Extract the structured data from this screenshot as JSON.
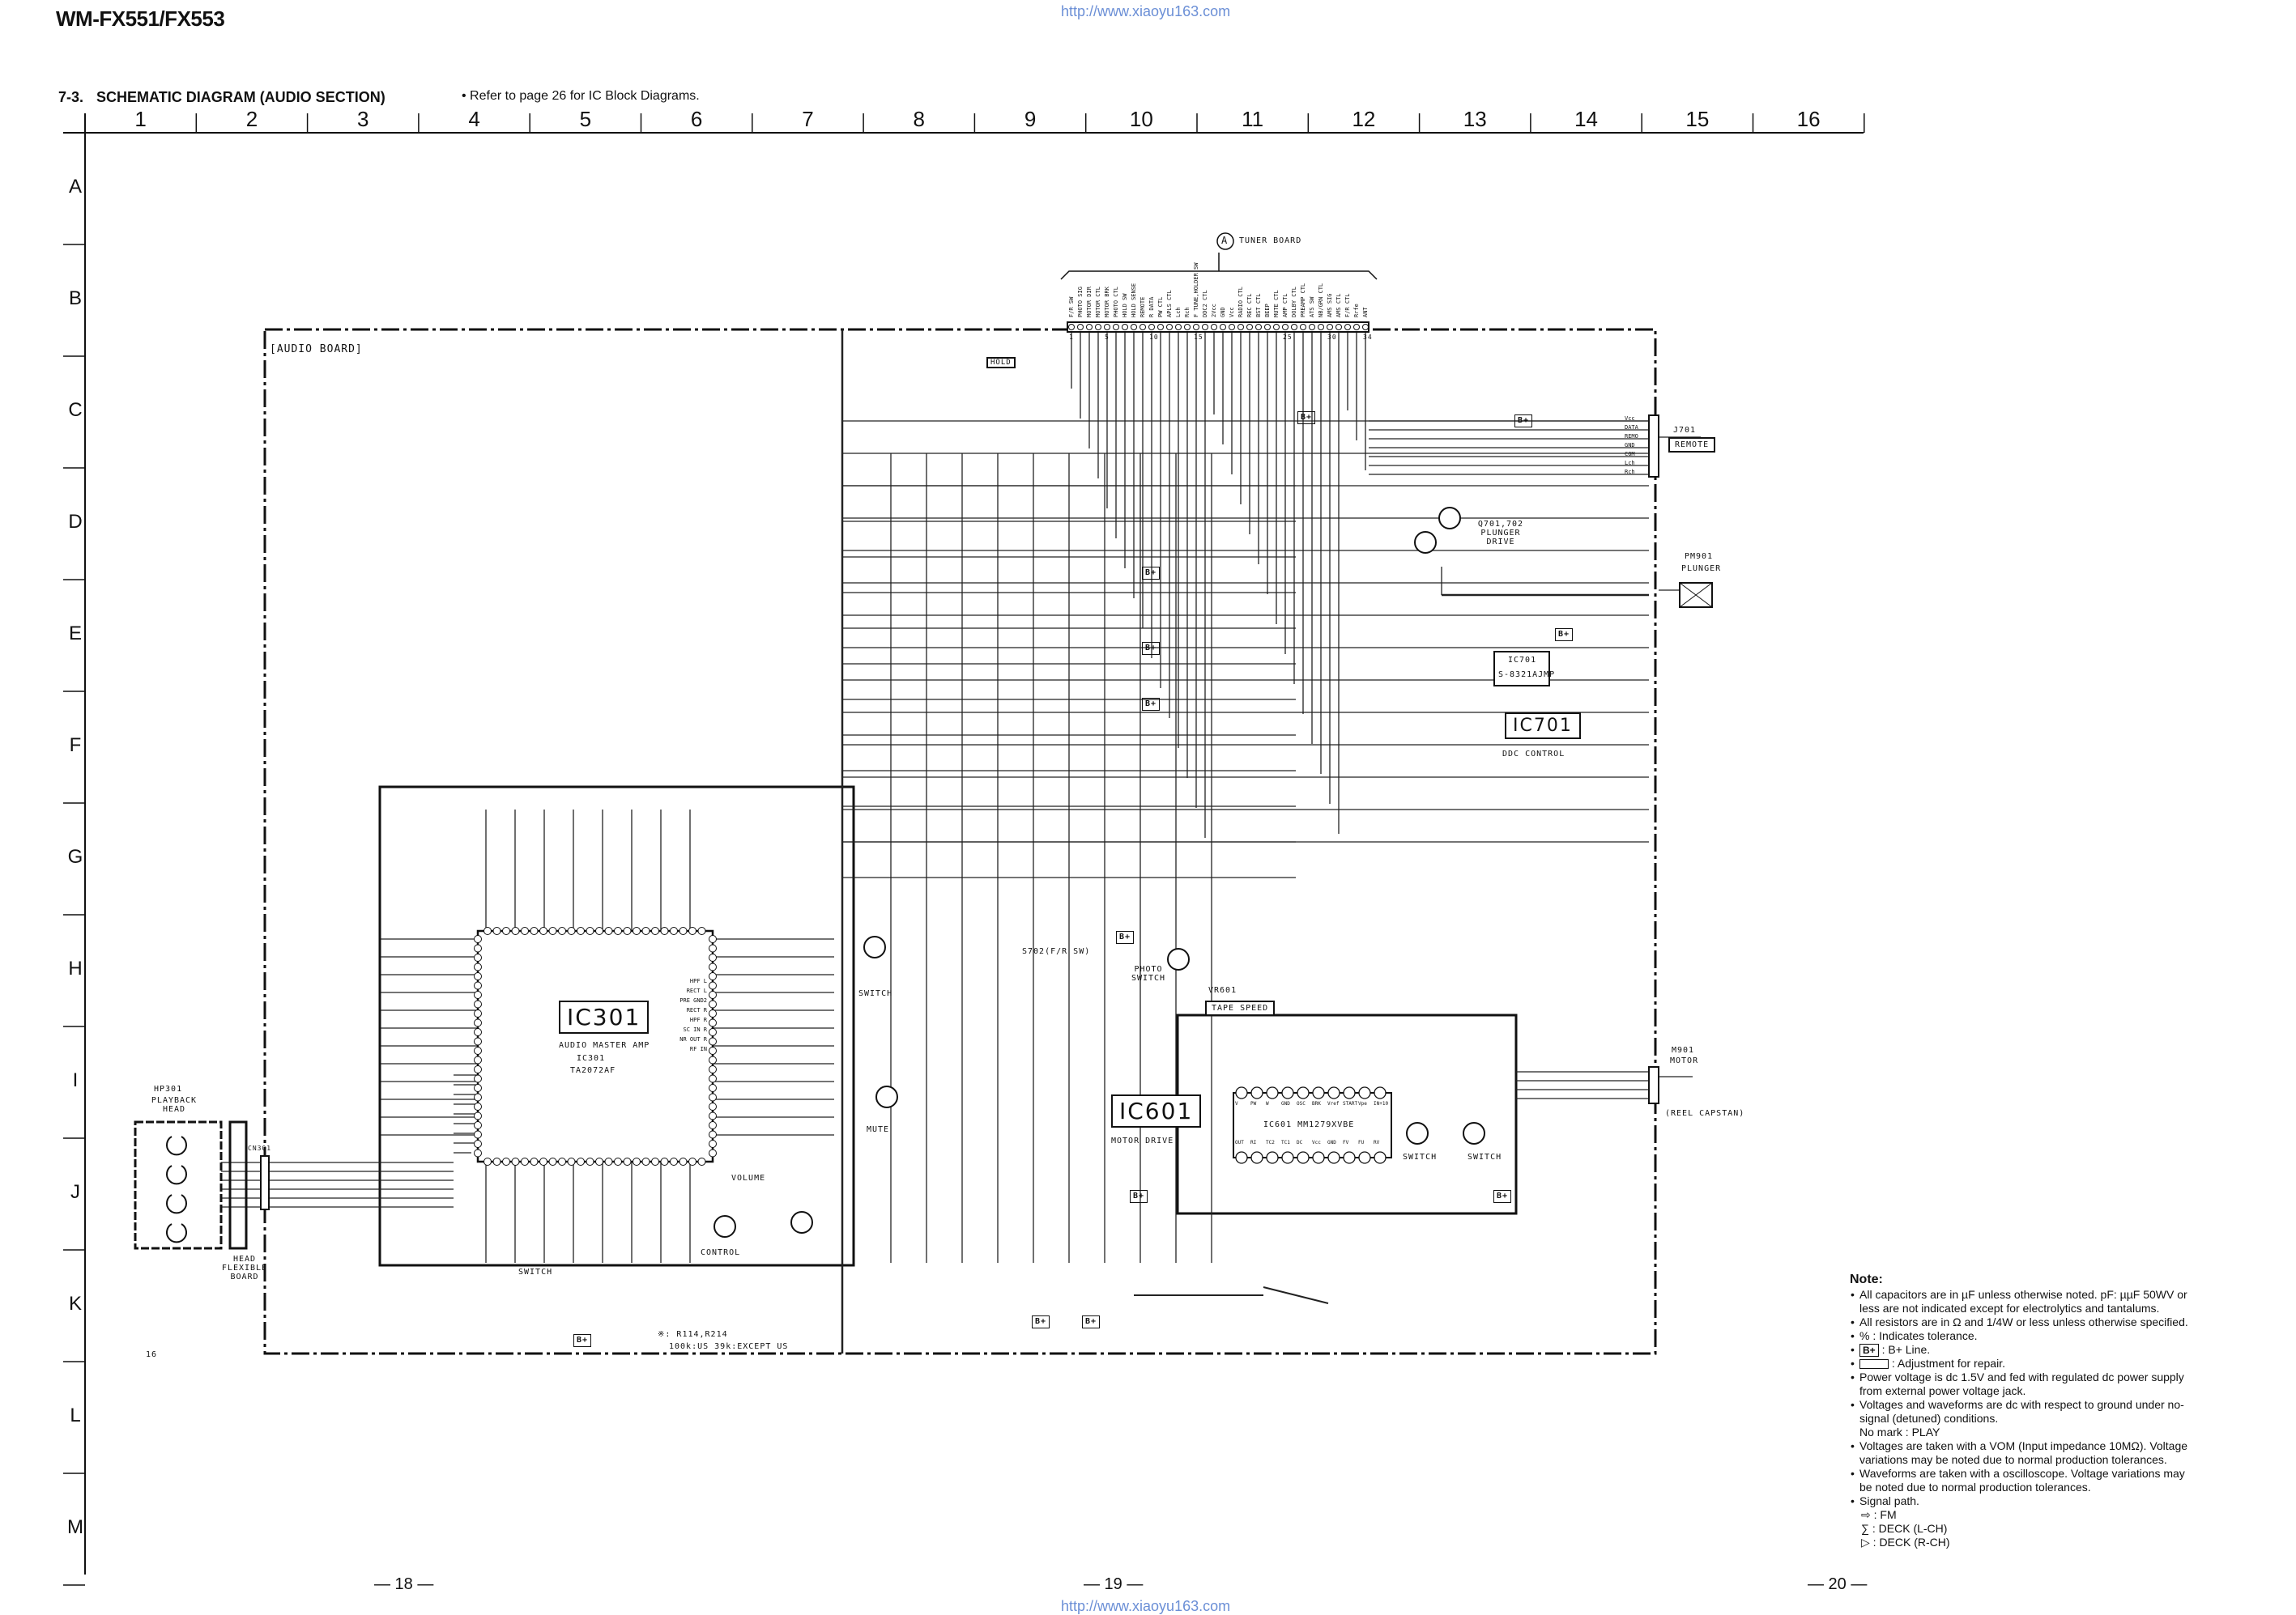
{
  "header": {
    "model": "WM-FX551/FX553",
    "url": "http://www.xiaoyu163.com",
    "section_number": "7-3.",
    "section_title": "SCHEMATIC DIAGRAM (AUDIO SECTION)",
    "section_note": "• Refer to page 26 for IC Block Diagrams."
  },
  "grid": {
    "columns": [
      "1",
      "2",
      "3",
      "4",
      "5",
      "6",
      "7",
      "8",
      "9",
      "10",
      "11",
      "12",
      "13",
      "14",
      "15",
      "16"
    ],
    "rows": [
      "A",
      "B",
      "C",
      "D",
      "E",
      "F",
      "G",
      "H",
      "I",
      "J",
      "K",
      "L",
      "M"
    ]
  },
  "schematic": {
    "audio_board": "[AUDIO BOARD]",
    "tuner_marker": "A",
    "tuner_board": "TUNER BOARD",
    "ic301": {
      "ref": "IC301",
      "name": "AUDIO MASTER AMP",
      "part_ref": "IC301",
      "part": "TA2072AF"
    },
    "ic601": {
      "ref": "IC601",
      "name": "MOTOR DRIVE",
      "chip": "IC601   MM1279XVBE"
    },
    "ic701": {
      "ref": "IC701",
      "name": "DDC CONTROL",
      "chip_ref": "IC701",
      "chip": "S-8321AJMP"
    },
    "vr601": "VR601",
    "tape_speed": "TAPE SPEED",
    "j701": "J701",
    "remote": "REMOTE",
    "pm901": "PM901",
    "plunger": "PLUNGER",
    "plunger_drive": "Q701,702 PLUNGER DRIVE",
    "m901": "M901",
    "motor": "MOTOR",
    "reel_capstan": "(REEL CAPSTAN)",
    "hp301": "HP301",
    "playback_head": "PLAYBACK HEAD",
    "head_flex": "HEAD FLEXIBLE BOARD",
    "cn301": "CN301",
    "photo_switch": "PHOTO SWITCH",
    "switch": "SWITCH",
    "mute": "MUTE",
    "volume": "VOLUME",
    "control": "CONTROL",
    "s702": "S702(F/R SW)",
    "hold": "HOLD",
    "b_plus": "B+",
    "footnote_1": "※: R114,R214",
    "footnote_2": "100k:US 39k:EXCEPT US",
    "j701_pins": [
      "Vcc",
      "DATA",
      "REMO",
      "GND",
      "COM",
      "Lch",
      "Rch"
    ],
    "tuner_pins": [
      "F/R SW",
      "PHOTO SIG",
      "MOTOR DIR",
      "MOTOR CTL",
      "MOTOR BRK",
      "PHOTO CTL",
      "HOLD SW",
      "HOLD SENSE",
      "REMOTE",
      "R DATA",
      "PW CTL",
      "APLS CTL",
      "Lch",
      "Rch",
      "F TUNE,HOLDER SW",
      "DDC2 CTL",
      "2Vcc",
      "GND",
      "Vcc",
      "RADIO CTL",
      "REC CTL",
      "BST CTL",
      "BEEP",
      "MUTE CTL",
      "AMP CTL",
      "DOLBY CTL",
      "PREAMP CTL",
      "ATS SW",
      "NB/GRN CTL",
      "AMS SIG",
      "AMS CTL",
      "F/R CTL",
      "Rrfe",
      "ANT"
    ],
    "pin_numbers": [
      "1",
      "5",
      "10",
      "15",
      "25",
      "30",
      "34"
    ],
    "ic301_pins": [
      "HPF L",
      "RECT L",
      "PRE GND2",
      "RECT R",
      "HPF R",
      "SC IN R",
      "NR OUT R",
      "RF IN"
    ],
    "ic601_pins": [
      "IN+10",
      "Vpe",
      "START",
      "Vref",
      "BRK",
      "OSC",
      "GND",
      "W",
      "PW",
      "V",
      "OUT",
      "RI",
      "TC2",
      "TC1",
      "DC",
      "Vcc",
      "GND",
      "FV",
      "FU",
      "RV"
    ],
    "page_numbers": [
      "— 18 —",
      "— 19 —",
      "— 20 —"
    ],
    "corner_mark": "16"
  },
  "notes": {
    "title": "Note:",
    "items": [
      "All capacitors are in µF unless otherwise noted. pF: µµF 50WV or less are not indicated except for electrolytics and tantalums.",
      "All resistors are in Ω and 1/4W or less unless otherwise specified.",
      "% : Indicates tolerance.",
      ": B+ Line.",
      ": Adjustment for repair.",
      "Power voltage is dc 1.5V and fed with regulated dc power supply from external power voltage jack.",
      "Voltages and waveforms are dc with respect to ground under no-signal (detuned) conditions.",
      "Voltages are taken with a VOM (Input impedance 10MΩ). Voltage variations may be noted due to normal production tolerances.",
      "Waveforms are taken with a oscilloscope. Voltage variations may be noted due to normal production tolerances.",
      "Signal path."
    ],
    "bplus_symbol": "B+",
    "no_mark": "No mark  : PLAY",
    "signal_fm": ": FM",
    "signal_l": ": DECK (L-CH)",
    "signal_r": ": DECK (R-CH)"
  }
}
